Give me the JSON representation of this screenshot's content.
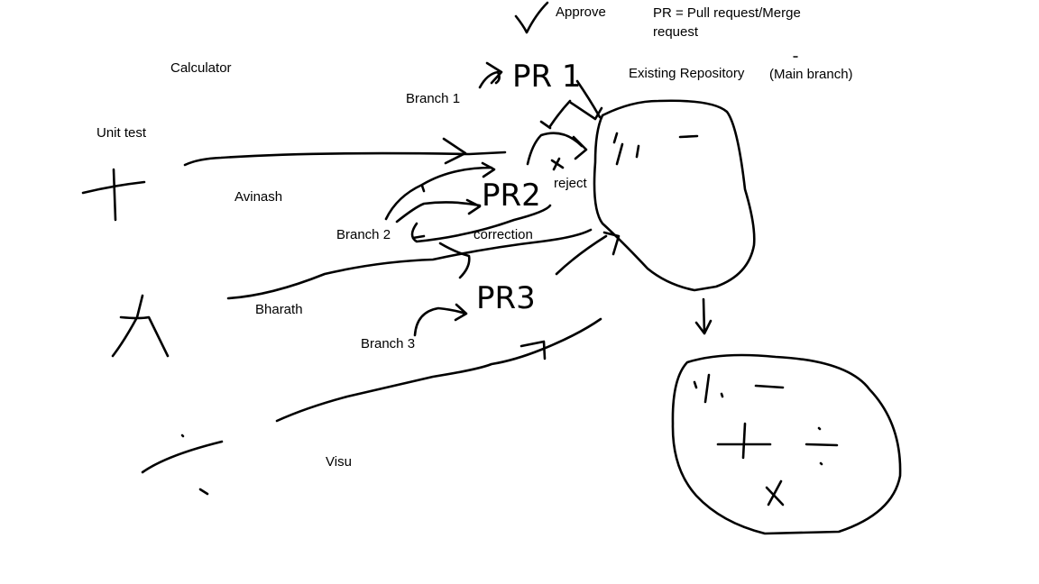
{
  "labels": {
    "calculator": "Calculator",
    "unit_test": "Unit test",
    "branch1": "Branch 1",
    "branch2": "Branch 2",
    "branch3": "Branch 3",
    "avinash": "Avinash",
    "bharath": "Bharath",
    "visu": "Visu",
    "approve": "Approve",
    "reject": "reject",
    "correction": "correction",
    "pr_def_line1": "PR = Pull request/Merge",
    "pr_def_line2": "request",
    "existing_repo": "Existing Repository",
    "main_branch": "(Main branch)"
  },
  "handwritten": {
    "pr1": "PR 1",
    "pr2": "PR2",
    "pr3": "PR3"
  }
}
